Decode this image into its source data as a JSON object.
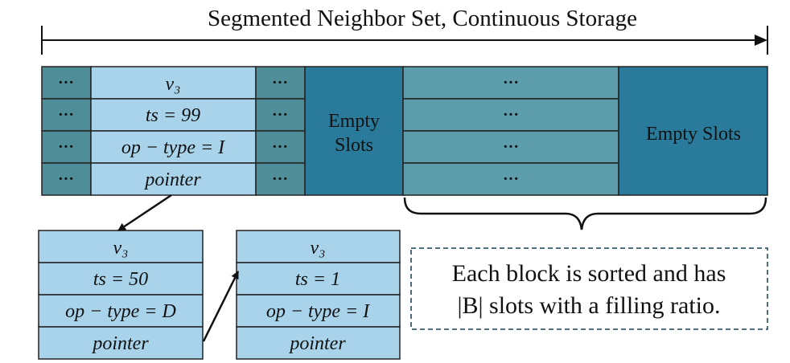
{
  "title": "Segmented Neighbor Set, Continuous Storage",
  "colors": {
    "light_blue": "#a9d3ea",
    "teal_small": "#4f8e98",
    "teal_block": "#5d9dab",
    "dark_teal": "#2a7b9b",
    "stroke": "#222222",
    "note_border": "#3a5d6e"
  },
  "segment1": {
    "left_col": [
      "···",
      "···",
      "···",
      "···"
    ],
    "record": [
      "v₃",
      "ts = 99",
      "op − type = I",
      "pointer"
    ],
    "right_col": [
      "···",
      "···",
      "···",
      "···"
    ],
    "empty_label_line1": "Empty",
    "empty_label_line2": "Slots"
  },
  "segment2": {
    "rows": [
      "···",
      "···",
      "···",
      "···"
    ],
    "empty_label": "Empty Slots"
  },
  "older_record_1": [
    "v₃",
    "ts = 50",
    "op − type = D",
    "pointer"
  ],
  "older_record_2": [
    "v₃",
    "ts = 1",
    "op − type = I",
    "pointer"
  ],
  "note": {
    "line1": "Each block is sorted and has",
    "line2": "|B| slots with a filling ratio."
  }
}
